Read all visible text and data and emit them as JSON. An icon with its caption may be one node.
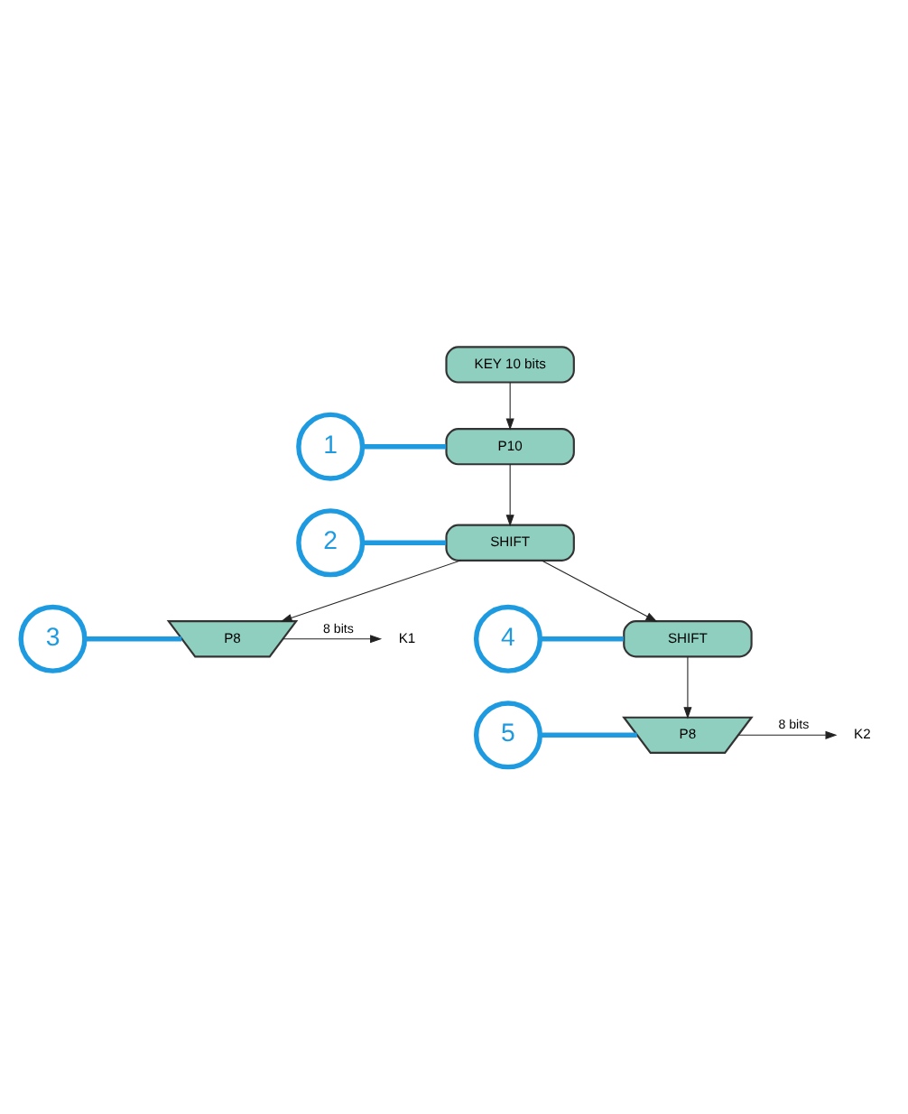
{
  "diagram": {
    "nodes": [
      {
        "text": [
          "KEY 10 bits"
        ]
      },
      {
        "text": [
          "P10"
        ]
      },
      {
        "text": [
          "SHIFT"
        ]
      },
      {
        "text": [
          "P8"
        ]
      },
      {
        "text": [
          "SHIFT"
        ]
      },
      {
        "text": [
          "P8"
        ]
      },
      {
        "text": [
          "1"
        ]
      },
      {
        "text": [
          "2"
        ]
      },
      {
        "text": [
          "3"
        ]
      },
      {
        "text": [
          "4"
        ]
      },
      {
        "text": [
          "5"
        ]
      },
      {
        "text": [
          "K1"
        ]
      },
      {
        "text": [
          "K2"
        ]
      }
    ],
    "edges": [
      {
        "from": 0,
        "to": 1,
        "arrow": "to"
      },
      {
        "from": 1,
        "to": 2,
        "arrow": "to"
      },
      {
        "from": 2,
        "to": 3,
        "arrow": "to"
      },
      {
        "from": 2,
        "to": 4,
        "arrow": "to"
      },
      {
        "from": 3,
        "to": 11,
        "arrow": "to",
        "label": "8 bits"
      },
      {
        "from": 4,
        "to": 5,
        "arrow": "to"
      },
      {
        "from": 5,
        "to": 12,
        "arrow": "to",
        "label": "8 bits"
      },
      {
        "from": 6,
        "to": 1,
        "arrow": "none",
        "style": "thick",
        "color": "#1e9be0"
      },
      {
        "from": 7,
        "to": 2,
        "arrow": "none",
        "style": "thick",
        "color": "#1e9be0"
      },
      {
        "from": 8,
        "to": 3,
        "arrow": "none",
        "style": "thick",
        "color": "#1e9be0"
      },
      {
        "from": 9,
        "to": 4,
        "arrow": "none",
        "style": "thick",
        "color": "#1e9be0"
      },
      {
        "from": 10,
        "to": 5,
        "arrow": "none",
        "style": "thick",
        "color": "#1e9be0"
      }
    ]
  }
}
